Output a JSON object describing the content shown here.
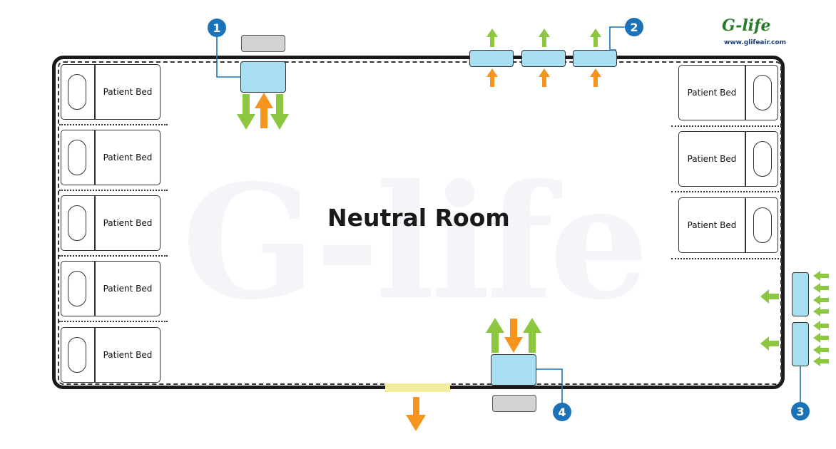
{
  "room_title": "Neutral Room",
  "bed_label": "Patient Bed",
  "logo": {
    "name": "G-life",
    "url": "www.glifeair.com"
  },
  "watermark": "G-life",
  "callouts": [
    "1",
    "2",
    "3",
    "4"
  ],
  "colors": {
    "supply_arrow": "#f7941d",
    "exhaust_arrow": "#8dc63f",
    "unit_fill": "#a8def2",
    "badge": "#1a73b8",
    "grille": "#f4ec9e",
    "grey_unit": "#d2d3d5"
  },
  "icons": [
    "up-arrow-icon",
    "down-arrow-icon",
    "left-arrow-icon"
  ]
}
